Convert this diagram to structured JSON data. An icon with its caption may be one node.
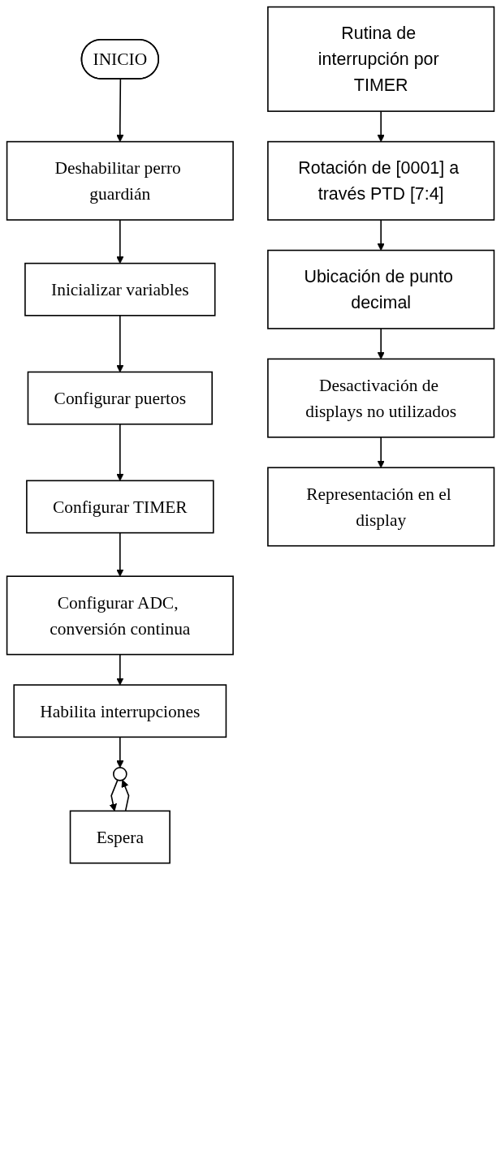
{
  "diagram": {
    "nodes": [
      {
        "text": [
          "INICIO"
        ]
      },
      {
        "text": [
          "Deshabilitar perro guardián"
        ]
      },
      {
        "text": [
          "Inicializar variables"
        ]
      },
      {
        "text": [
          "Configurar puertos"
        ]
      },
      {
        "text": [
          "Configurar TIMER"
        ]
      },
      {
        "text": [
          "Configurar ADC, conversión continua"
        ]
      },
      {
        "text": [
          "Habilita interrupciones"
        ]
      },
      {
        "text": [],
        "shape": "circle"
      },
      {
        "text": [
          "Espera"
        ]
      },
      {
        "text": [
          "Rutina de interrupción por TIMER"
        ]
      },
      {
        "text": [
          "Rotación de [0001] a través PTD [7:4]"
        ]
      },
      {
        "text": [
          "Ubicación de punto decimal"
        ]
      },
      {
        "text": [
          "Desactivación de displays no utilizados"
        ]
      },
      {
        "text": [
          "Representación en el display"
        ]
      }
    ],
    "edges": [
      {
        "from": 0,
        "to": 1,
        "arrow": "to"
      },
      {
        "from": 1,
        "to": 2,
        "arrow": "to"
      },
      {
        "from": 2,
        "to": 3,
        "arrow": "to"
      },
      {
        "from": 3,
        "to": 4,
        "arrow": "to"
      },
      {
        "from": 4,
        "to": 5,
        "arrow": "to"
      },
      {
        "from": 5,
        "to": 6,
        "arrow": "to"
      },
      {
        "from": 6,
        "to": 7,
        "arrow": "to"
      },
      {
        "from": 7,
        "to": 8,
        "arrow": "to"
      },
      {
        "from": 8,
        "to": 7,
        "arrow": "to"
      },
      {
        "from": 9,
        "to": 10,
        "arrow": "to"
      },
      {
        "from": 10,
        "to": 11,
        "arrow": "to"
      },
      {
        "from": 11,
        "to": 12,
        "arrow": "to"
      },
      {
        "from": 12,
        "to": 13,
        "arrow": "to"
      }
    ]
  }
}
